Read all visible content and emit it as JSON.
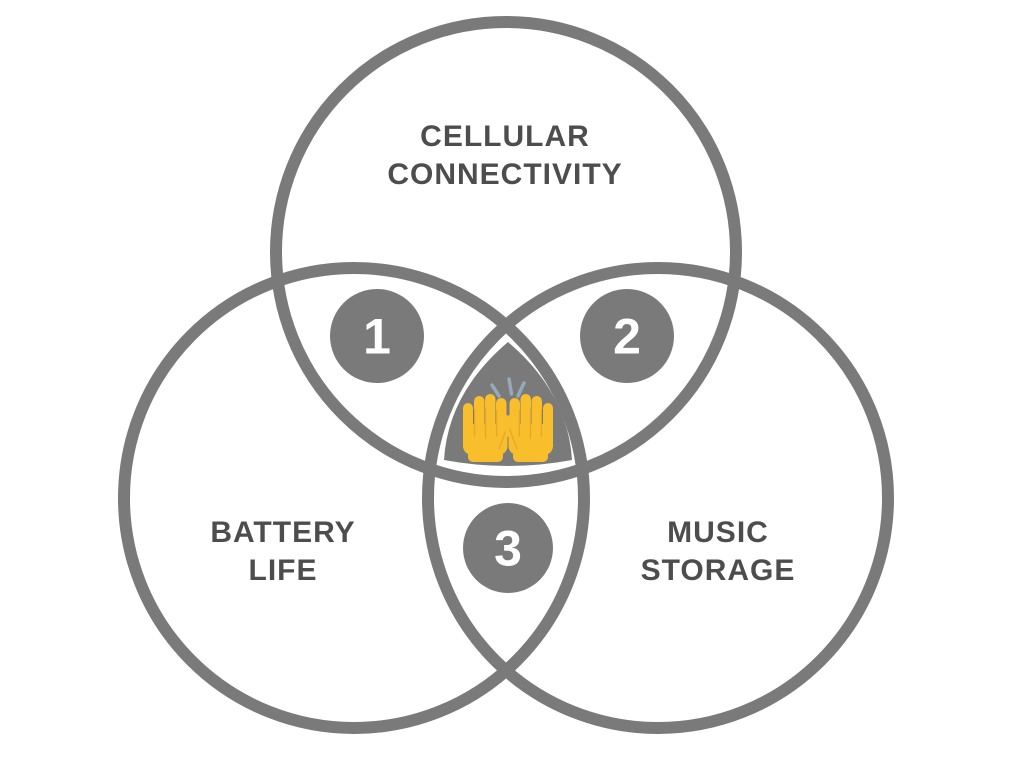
{
  "venn": {
    "sets": [
      {
        "position": "top",
        "line1": "CELLULAR",
        "line2": "CONNECTIVITY"
      },
      {
        "position": "bottom-left",
        "line1": "BATTERY",
        "line2": "LIFE"
      },
      {
        "position": "bottom-right",
        "line1": "MUSIC",
        "line2": "STORAGE"
      }
    ],
    "badges": [
      {
        "label": "1"
      },
      {
        "label": "2"
      },
      {
        "label": "3"
      }
    ],
    "center_icon": "raising-hands-emoji"
  },
  "theme": {
    "background": "#ffffff",
    "circle_color": "#7a7a7a",
    "center_fill": "#7a7a7a",
    "label_color": "#4d4d4d",
    "badge_fill": "#7a7a7a",
    "badge_text": "#ffffff",
    "hand_color": "#f8be2c",
    "hand_detail": "#e2992b",
    "ray_color": "#93aab9"
  }
}
